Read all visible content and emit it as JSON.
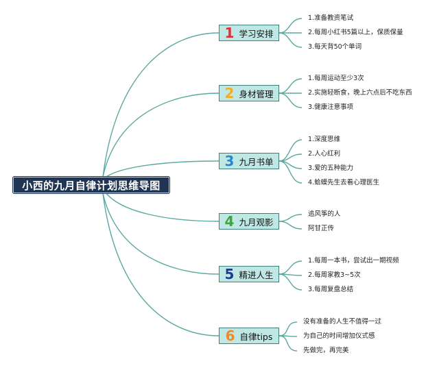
{
  "root": {
    "title": "小西的九月自律计划思维导图"
  },
  "branches": [
    {
      "number": "1",
      "label": "学习安排",
      "color": "#e0303a",
      "leaves": [
        "1.准备教资笔试",
        "2.每周小红书5篇以上，保质保量",
        "3.每天背50个单词"
      ]
    },
    {
      "number": "2",
      "label": "身材管理",
      "color": "#f2b01e",
      "leaves": [
        "1.每周运动至少3次",
        "2.实施轻断食，晚上六点后不吃东西",
        "3.健康注意事项"
      ]
    },
    {
      "number": "3",
      "label": "九月书单",
      "color": "#2a86cf",
      "leaves": [
        "1.深度思维",
        "2.人心红利",
        "3.爱的五种能力",
        "4.蛤蟆先生去看心理医生"
      ]
    },
    {
      "number": "4",
      "label": "九月观影",
      "color": "#3fa53a",
      "leaves": [
        "追风筝的人",
        "阿甘正传"
      ]
    },
    {
      "number": "5",
      "label": "精进人生",
      "color": "#1f3c8c",
      "leaves": [
        "1.每周一本书，尝试出一期视频",
        "2.每周家教3~5次",
        "3.每周复盘总结"
      ]
    },
    {
      "number": "6",
      "label": "自律tips",
      "color": "#f08a26",
      "leaves": [
        "没有准备的人生不值得一过",
        "为自己的时间增加仪式感",
        "先做完，再完美"
      ]
    }
  ],
  "line_color": "#5aa8a0"
}
